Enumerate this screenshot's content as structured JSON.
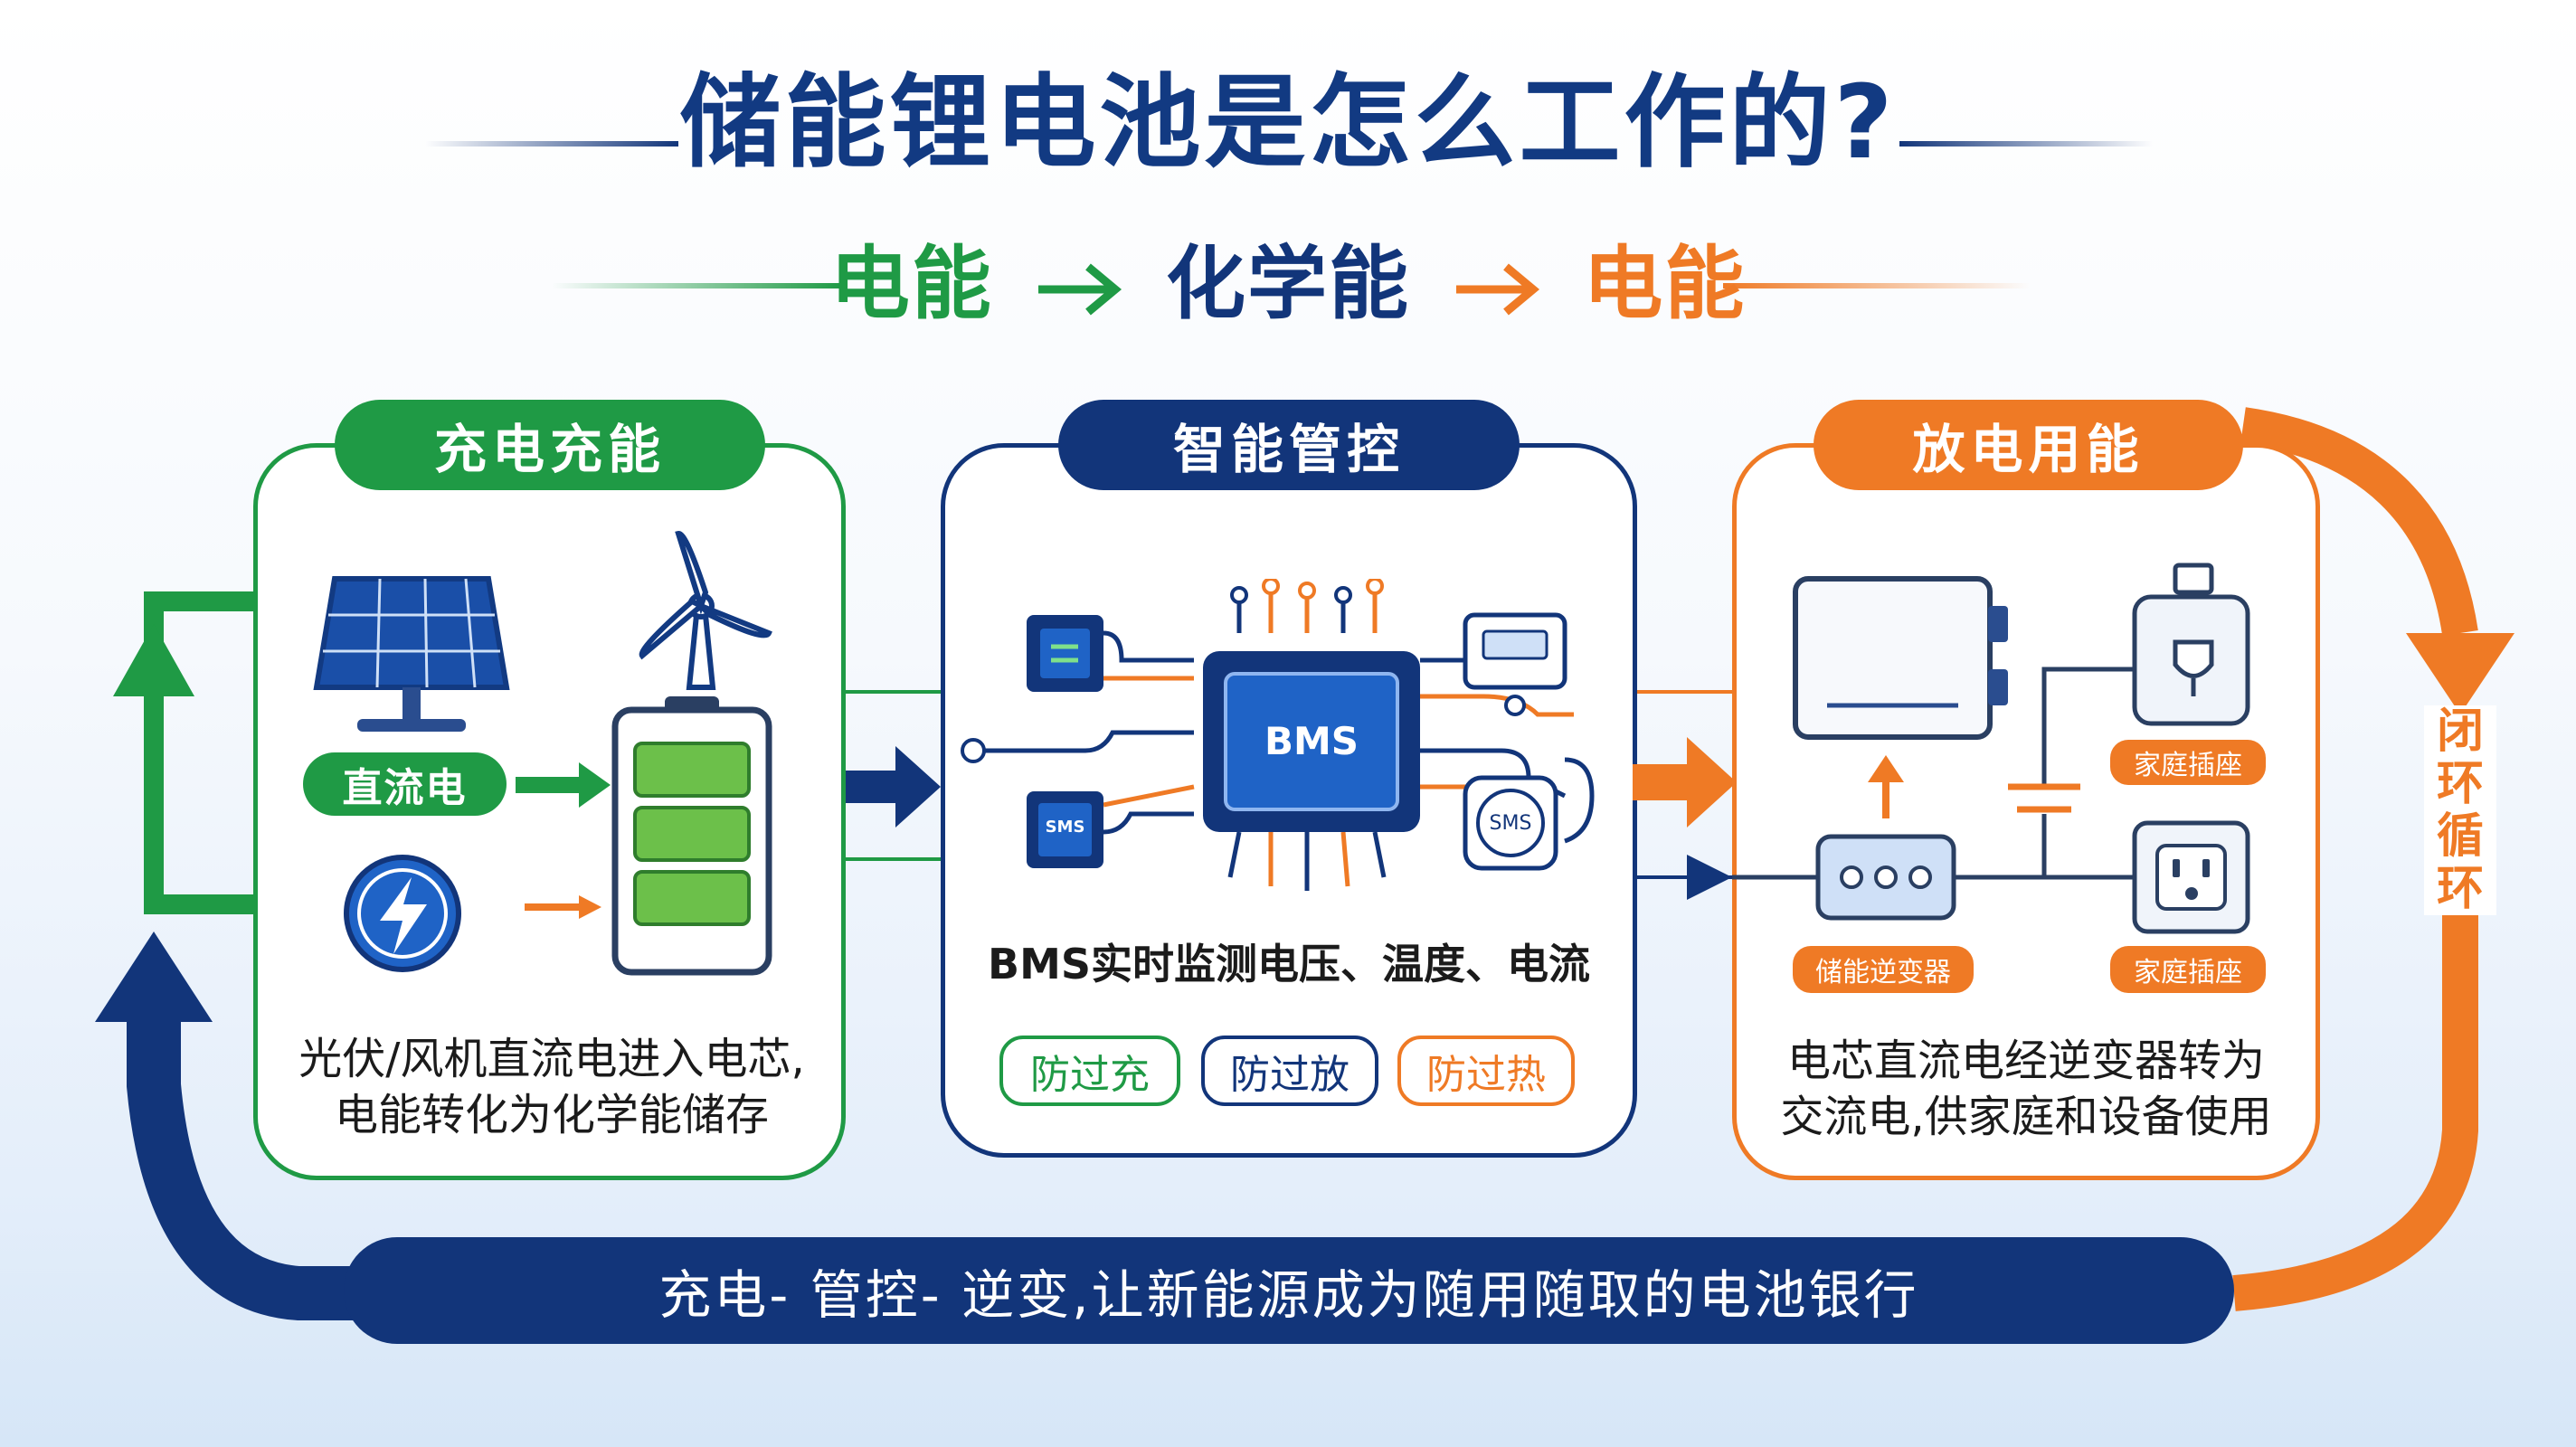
{
  "title": "储能锂电池是怎么工作的?",
  "subtitle": {
    "part1": "电能",
    "part2": "化学能",
    "part3": "电能"
  },
  "colors": {
    "green": "#1f9a45",
    "navy": "#12357a",
    "orange": "#ef7a25",
    "blue": "#1f63c6"
  },
  "panels": {
    "charge": {
      "title": "充电充能",
      "dc_label": "直流电",
      "desc_line1": "光伏/风机直流电进入电芯,",
      "desc_line2": "电能转化为化学能储存"
    },
    "control": {
      "title": "智能管控",
      "bms_chip": "BMS",
      "small_chip1": "SMS",
      "small_chip2": "SMS",
      "desc": "BMS实时监测电压、温度、电流",
      "badges": [
        "防过充",
        "防过放",
        "防过热"
      ]
    },
    "discharge": {
      "title": "放电用能",
      "tag_outlet1": "家庭插座",
      "tag_inverter": "储能逆变器",
      "tag_outlet2": "家庭插座",
      "desc_line1": "电芯直流电经逆变器转为",
      "desc_line2": "交流电,供家庭和设备使用"
    }
  },
  "closed_loop": [
    "闭",
    "环",
    "循",
    "环"
  ],
  "bottom_banner": "充电- 管控- 逆变,让新能源成为随用随取的电池银行"
}
